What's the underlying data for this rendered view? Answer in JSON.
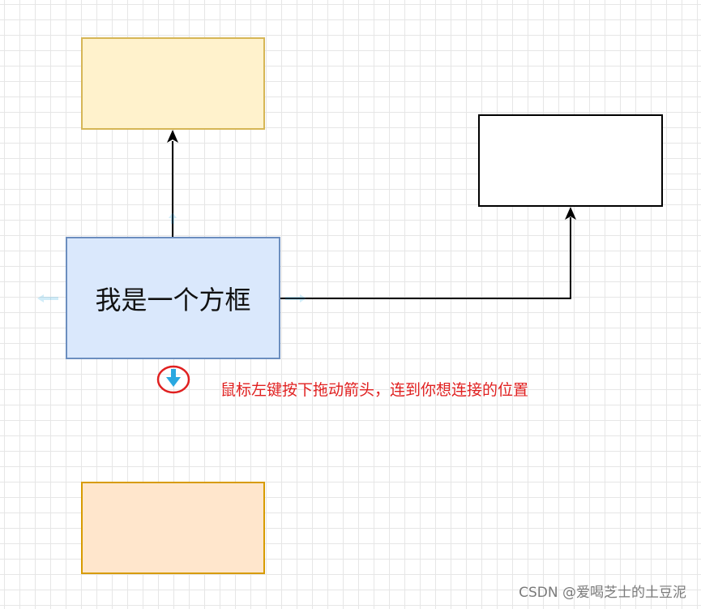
{
  "colors": {
    "top_box_fill": "#fff2cc",
    "top_box_stroke": "#d6b656",
    "right_box_fill": "#ffffff",
    "right_box_stroke": "#000000",
    "main_box_fill": "#dae8fc",
    "main_box_stroke": "#6c8ebf",
    "bottom_box_fill": "#ffe6cc",
    "bottom_box_stroke": "#d79b00",
    "connector": "#000000",
    "hint_arrow": "#29a8e0",
    "highlight": "#e02020",
    "annotation_text": "#e02020"
  },
  "main_box": {
    "label": "我是一个方框"
  },
  "annotation": {
    "text": "鼠标左键按下拖动箭头，连到你想连接的位置"
  },
  "watermark": {
    "text": "CSDN @爱喝芝士的土豆泥"
  },
  "icons": {
    "hover_arrows": "arrow-hint-icon",
    "drag_handle": "arrow-down-icon"
  }
}
